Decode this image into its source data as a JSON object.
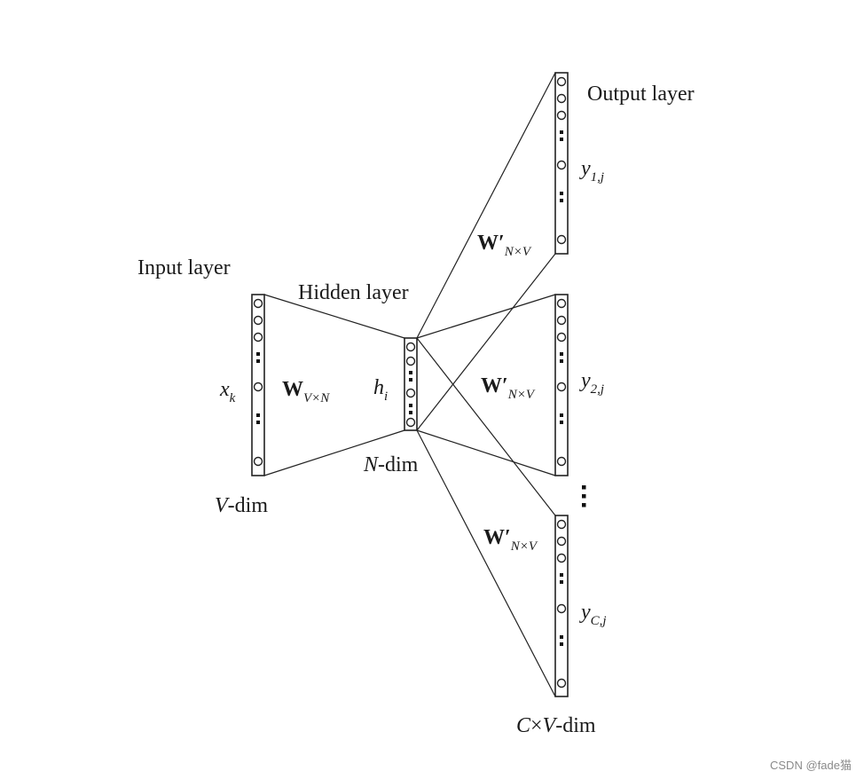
{
  "layers": {
    "input": {
      "title": "Input layer",
      "vector": "x",
      "vector_sub": "k",
      "dim_var": "V",
      "dim_suffix": "-dim"
    },
    "hidden": {
      "title": "Hidden layer",
      "vector": "h",
      "vector_sub": "i",
      "dim_var": "N",
      "dim_suffix": "-dim"
    },
    "output": {
      "title": "Output layer",
      "dim_c": "C",
      "dim_times": "×",
      "dim_var": "V",
      "dim_suffix": "-dim"
    }
  },
  "weights": {
    "input_hidden": {
      "symbol": "W",
      "sub": "V×N"
    },
    "hidden_output": [
      {
        "symbol": "W",
        "prime": "′",
        "sub": "N×V"
      },
      {
        "symbol": "W",
        "prime": "′",
        "sub": "N×V"
      },
      {
        "symbol": "W",
        "prime": "′",
        "sub": "N×V"
      }
    ]
  },
  "outputs": [
    {
      "var": "y",
      "sub": "1,j"
    },
    {
      "var": "y",
      "sub": "2,j"
    },
    {
      "var": "y",
      "sub": "C,j"
    }
  ],
  "ellipsis": "⋮",
  "watermark": "CSDN @fade猫"
}
